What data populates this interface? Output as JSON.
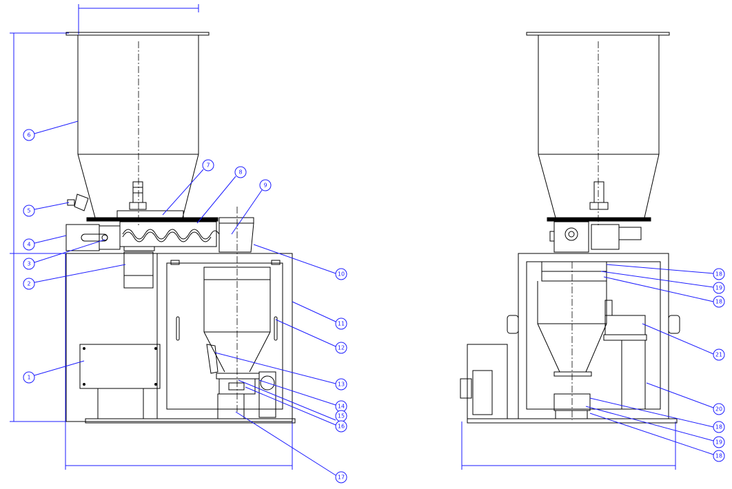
{
  "drawing": {
    "callout_color": "#1a1aff",
    "line_color": "#000000",
    "views": [
      "front-view",
      "side-view"
    ]
  },
  "callouts": [
    {
      "id": "c1",
      "label": "1"
    },
    {
      "id": "c2",
      "label": "2"
    },
    {
      "id": "c3",
      "label": "3"
    },
    {
      "id": "c4",
      "label": "4"
    },
    {
      "id": "c5",
      "label": "5"
    },
    {
      "id": "c6",
      "label": "6"
    },
    {
      "id": "c7",
      "label": "7"
    },
    {
      "id": "c8",
      "label": "8"
    },
    {
      "id": "c9",
      "label": "9"
    },
    {
      "id": "c10",
      "label": "10"
    },
    {
      "id": "c11",
      "label": "11"
    },
    {
      "id": "c12",
      "label": "12"
    },
    {
      "id": "c13",
      "label": "13"
    },
    {
      "id": "c14",
      "label": "14"
    },
    {
      "id": "c15",
      "label": "15"
    },
    {
      "id": "c16",
      "label": "16"
    },
    {
      "id": "c17",
      "label": "17"
    },
    {
      "id": "c18a",
      "label": "18"
    },
    {
      "id": "c19a",
      "label": "19"
    },
    {
      "id": "c18b",
      "label": "18"
    },
    {
      "id": "c21",
      "label": "21"
    },
    {
      "id": "c20",
      "label": "20"
    },
    {
      "id": "c18c",
      "label": "18"
    },
    {
      "id": "c19b",
      "label": "19"
    },
    {
      "id": "c18d",
      "label": "18"
    }
  ]
}
